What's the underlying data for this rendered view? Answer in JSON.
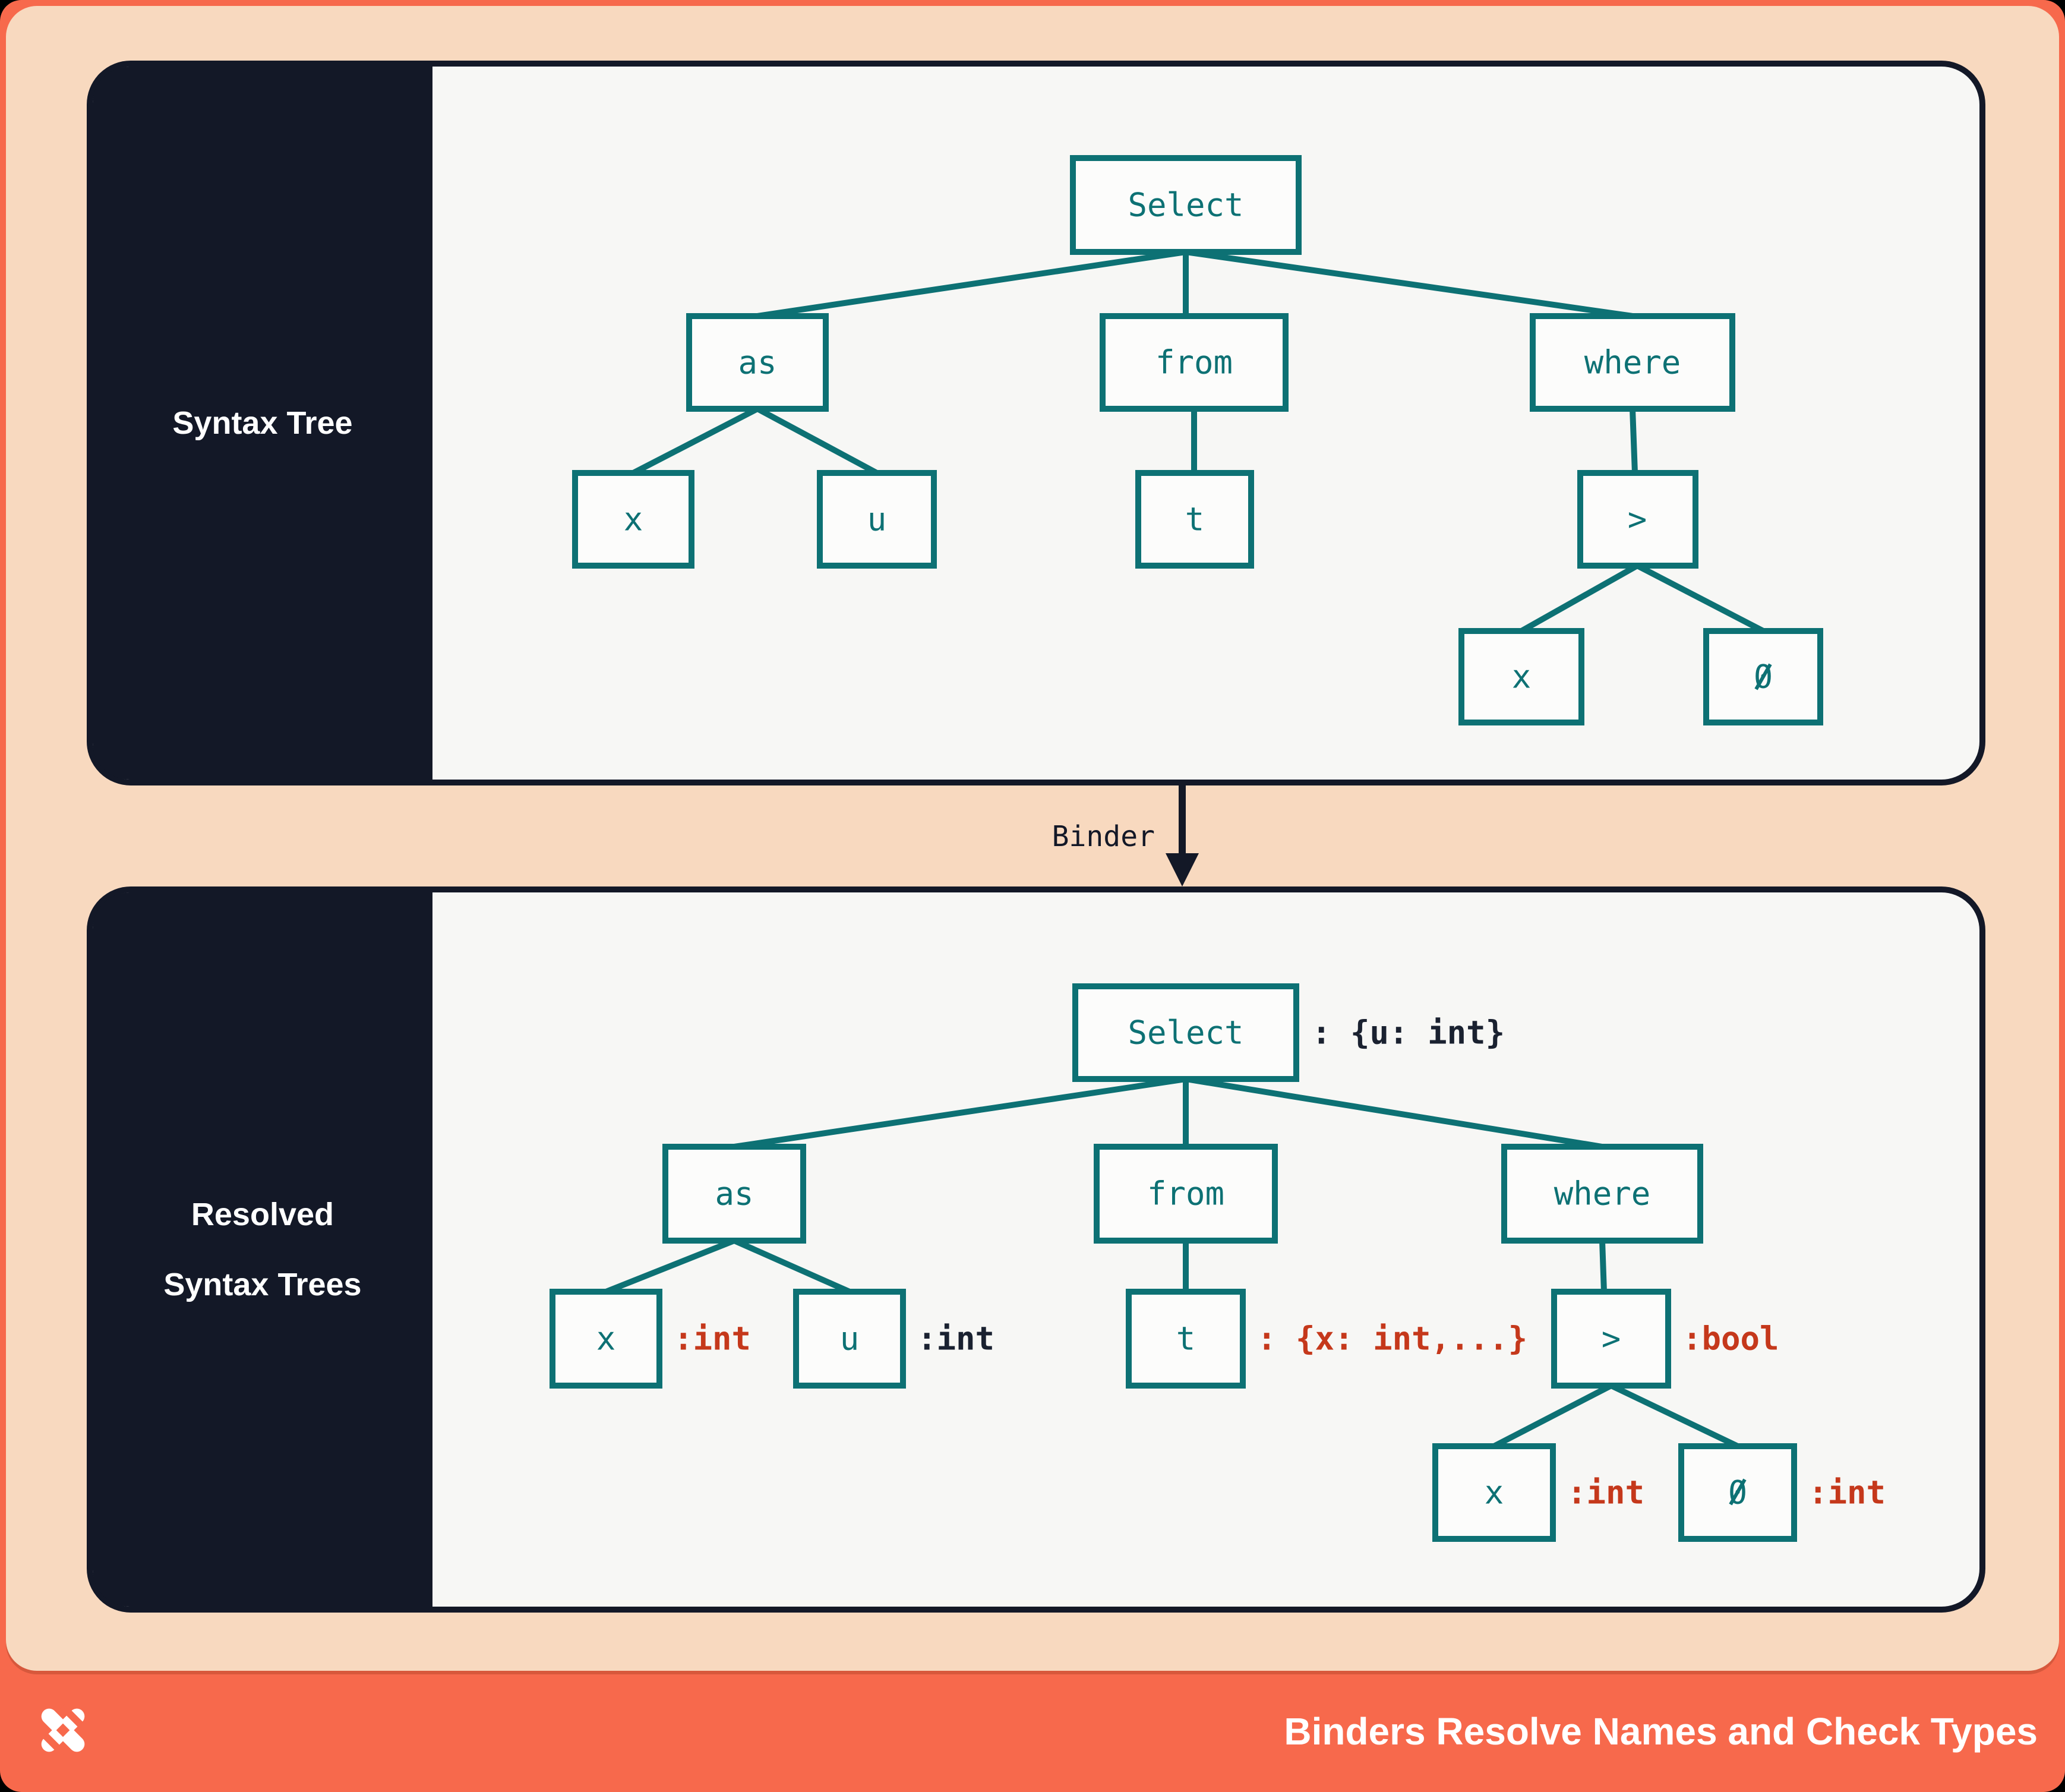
{
  "panels": [
    {
      "label": "Syntax Tree"
    },
    {
      "label_line1": "Resolved",
      "label_line2": "Syntax Trees"
    }
  ],
  "binder": {
    "label": "Binder"
  },
  "footer": {
    "title": "Binders Resolve Names and Check Types",
    "logo": "x-shuriken-logo"
  },
  "trees": {
    "syntax": {
      "nodes": [
        {
          "id": "select",
          "label": "Select"
        },
        {
          "id": "as",
          "label": "as"
        },
        {
          "id": "from",
          "label": "from"
        },
        {
          "id": "where",
          "label": "where"
        },
        {
          "id": "x",
          "label": "x"
        },
        {
          "id": "u",
          "label": "u"
        },
        {
          "id": "t",
          "label": "t"
        },
        {
          "id": "gt",
          "label": ">"
        },
        {
          "id": "x2",
          "label": "x"
        },
        {
          "id": "zero",
          "label": "0"
        }
      ]
    },
    "resolved": {
      "nodes": [
        {
          "id": "select",
          "label": "Select",
          "annotation": ": {u: int}",
          "annotation_color": "#1A2130"
        },
        {
          "id": "as",
          "label": "as"
        },
        {
          "id": "from",
          "label": "from"
        },
        {
          "id": "where",
          "label": "where"
        },
        {
          "id": "x",
          "label": "x",
          "annotation": ":int",
          "annotation_color": "#C5381B"
        },
        {
          "id": "u",
          "label": "u",
          "annotation": ":int",
          "annotation_color": "#1A2130"
        },
        {
          "id": "t",
          "label": "t",
          "annotation": ": {x: int,...}",
          "annotation_color": "#C5381B"
        },
        {
          "id": "gt",
          "label": ">",
          "annotation": ":bool",
          "annotation_color": "#C5381B"
        },
        {
          "id": "x2",
          "label": "x",
          "annotation": ":int",
          "annotation_color": "#C5381B"
        },
        {
          "id": "zero",
          "label": "0",
          "annotation": ":int",
          "annotation_color": "#C5381B"
        }
      ]
    }
  },
  "colors": {
    "coral": "#F7694C",
    "peach": "#F8D9BF",
    "panel_bg": "#F7F7F5",
    "node_fill": "#FCFCFB",
    "navy": "#131827",
    "teal": "#0D7174",
    "red": "#C5381B",
    "white": "#FFFFFF"
  }
}
